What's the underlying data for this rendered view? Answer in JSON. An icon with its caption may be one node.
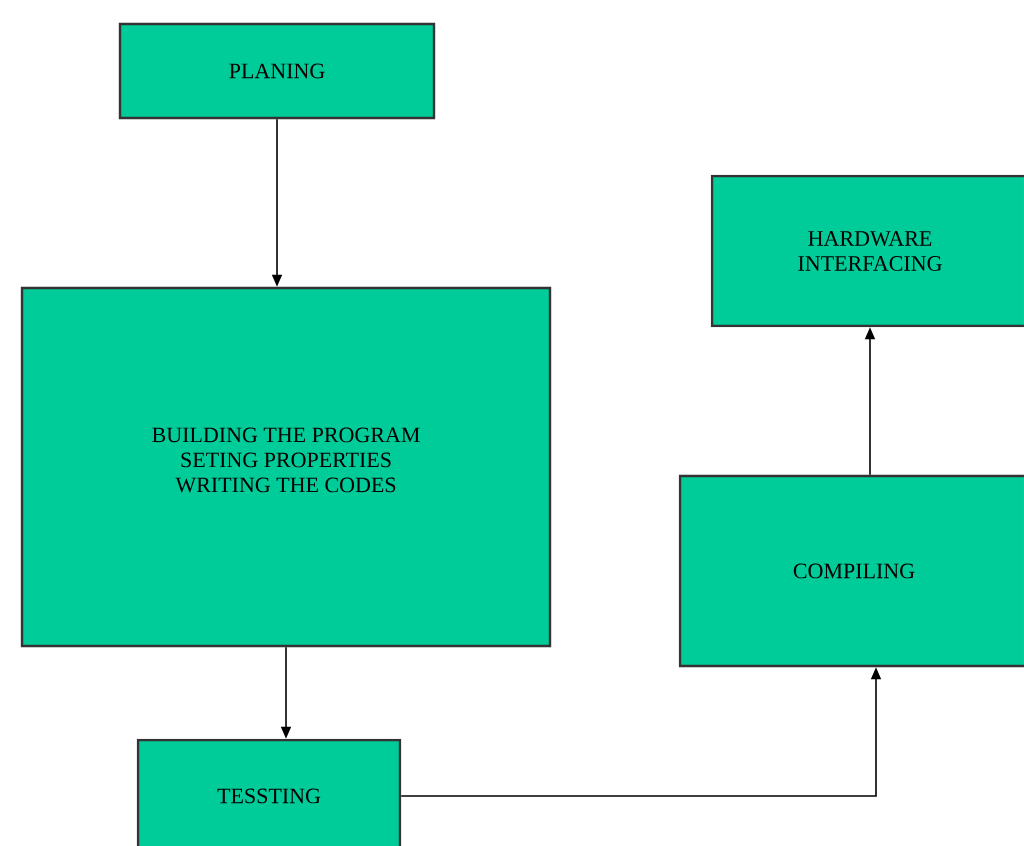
{
  "diagram": {
    "nodes": [
      {
        "text": [
          "PLANING"
        ]
      },
      {
        "text": [
          "BUILDING THE PROGRAM",
          "SETING PROPERTIES",
          "WRITING THE CODES"
        ]
      },
      {
        "text": [
          "TESSTING"
        ]
      },
      {
        "text": [
          "HARDWARE INTERFACING"
        ]
      },
      {
        "text": [
          "COMPILING"
        ]
      }
    ],
    "edges": [
      {
        "from": 0,
        "to": 1,
        "arrow": "to"
      },
      {
        "from": 1,
        "to": 2,
        "arrow": "to"
      },
      {
        "from": 2,
        "to": 4,
        "arrow": "to"
      },
      {
        "from": 4,
        "to": 3,
        "arrow": "to"
      }
    ]
  }
}
